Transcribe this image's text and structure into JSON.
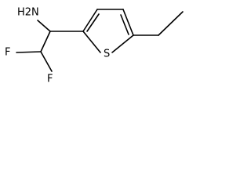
{
  "molecule": {
    "labels": {
      "amine": "H2N",
      "fluorine_1": "F",
      "fluorine_2": "F",
      "sulfur": "S"
    },
    "bond_color": "#000000",
    "background": "#ffffff"
  }
}
